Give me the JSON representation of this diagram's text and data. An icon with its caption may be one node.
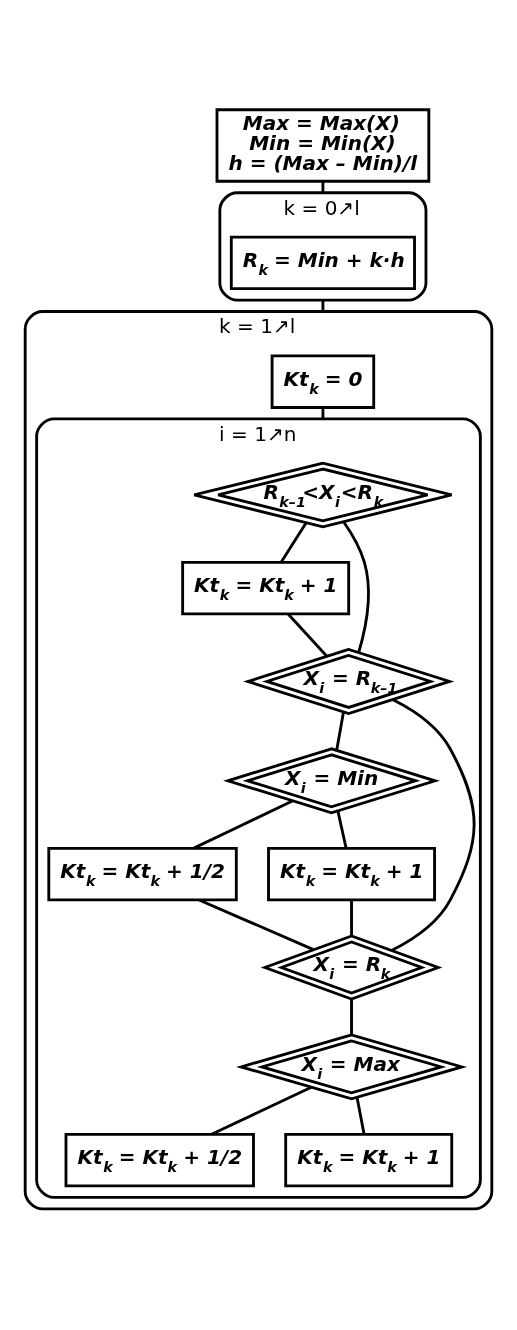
{
  "diagram": {
    "nodes": [
      {
        "text": [
          "Max = Max(X)",
          "Min = Min(X)",
          "h = (Max – Min)/l"
        ]
      },
      {
        "text": [
          "k = 0↗l"
        ]
      },
      {
        "text": [
          "R$_{k}$ = Min + k·h"
        ],
        "in": 1
      },
      {
        "text": [
          "k = 1↗l"
        ]
      },
      {
        "text": [
          "Kt$_{k}$ = 0"
        ],
        "in": 3
      },
      {
        "text": [
          "i = 1↗n"
        ],
        "in": 3
      },
      {
        "text": [
          "R$_{k–1}$<X$_{i}$<R$_{k}$"
        ],
        "in": 5
      },
      {
        "text": [
          "Kt$_{k}$ = Kt$_{k}$ + 1"
        ],
        "in": 5
      },
      {
        "text": [
          "X$_{i}$ = R$_{k–1}$"
        ],
        "in": 5
      },
      {
        "text": [
          "X$_{i}$ = Min"
        ],
        "in": 5
      },
      {
        "text": [
          "Kt$_{k}$ = Kt$_{k}$ + 1/2"
        ],
        "in": 5
      },
      {
        "text": [
          "Kt$_{k}$ = Kt$_{k}$ + 1"
        ],
        "in": 5
      },
      {
        "text": [
          "X$_{i}$ = R$_{k}$"
        ],
        "in": 5
      },
      {
        "text": [
          "X$_{i}$ = Max"
        ],
        "in": 5
      },
      {
        "text": [
          "Kt$_{k}$ = Kt$_{k}$ + 1/2"
        ],
        "in": 5
      },
      {
        "text": [
          "Kt$_{k}$ = Kt$_{k}$ + 1"
        ],
        "in": 5
      }
    ],
    "edges": [
      {
        "from": 0,
        "to": 1,
        "arrow": "none"
      },
      {
        "from": 1,
        "to": 3,
        "arrow": "none"
      },
      {
        "from": 4,
        "to": 5,
        "arrow": "none"
      },
      {
        "from": 6,
        "to": 7,
        "arrow": "none"
      },
      {
        "from": 6,
        "to": 8,
        "arrow": "none"
      },
      {
        "from": 7,
        "to": 8,
        "arrow": "none"
      },
      {
        "from": 8,
        "to": 9,
        "arrow": "none"
      },
      {
        "from": 8,
        "to": 12,
        "arrow": "none"
      },
      {
        "from": 9,
        "to": 10,
        "arrow": "none"
      },
      {
        "from": 9,
        "to": 11,
        "arrow": "none"
      },
      {
        "from": 10,
        "to": 12,
        "arrow": "none"
      },
      {
        "from": 11,
        "to": 12,
        "arrow": "none"
      },
      {
        "from": 12,
        "to": 13,
        "arrow": "none"
      },
      {
        "from": 13,
        "to": 14,
        "arrow": "none"
      },
      {
        "from": 13,
        "to": 15,
        "arrow": "none"
      }
    ]
  }
}
